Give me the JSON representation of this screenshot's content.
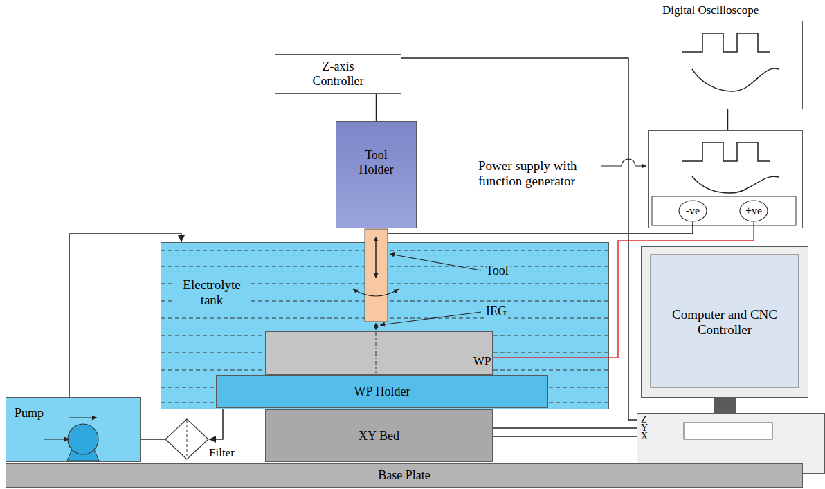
{
  "diagram": {
    "nodes": [
      {
        "text": [
          "Digital Oscilloscope"
        ]
      },
      {
        "text": [
          "Z-axis Controller"
        ]
      },
      {
        "text": [
          "Tool Holder"
        ]
      },
      {
        "text": [
          "Power supply with function generator"
        ]
      },
      {
        "text": [
          "-ve"
        ],
        "in": 3
      },
      {
        "text": [
          "+ve"
        ],
        "in": 3
      },
      {
        "text": [
          "Electrolyte tank"
        ]
      },
      {
        "text": [
          "WP"
        ],
        "in": 6
      },
      {
        "text": [
          "WP Holder"
        ],
        "in": 6
      },
      {
        "text": [
          "Computer and CNC Controller"
        ]
      },
      {
        "text": [
          "Pump"
        ]
      },
      {
        "text": [
          "Filter"
        ]
      },
      {
        "text": [
          "XY Bed"
        ]
      },
      {
        "text": [
          "Z",
          "Y",
          "X"
        ]
      },
      {
        "text": [
          "Base Plate"
        ]
      }
    ],
    "edges": [
      {
        "from": 0,
        "to": 3,
        "arrow": "none"
      },
      {
        "from": 1,
        "to": 2,
        "arrow": "none"
      },
      {
        "from": 1,
        "to": 13,
        "arrow": "none"
      },
      {
        "from": 10,
        "to": 6,
        "arrow": "to"
      },
      {
        "from": 6,
        "to": 11,
        "arrow": "to"
      },
      {
        "from": 11,
        "to": 10,
        "arrow": "none"
      },
      {
        "from": 5,
        "to": 7,
        "arrow": "none"
      },
      {
        "from": 12,
        "to": 13,
        "arrow": "none"
      },
      {
        "from": 12,
        "to": 13,
        "arrow": "none"
      }
    ],
    "labels": [
      "Tool",
      "IEG"
    ]
  }
}
